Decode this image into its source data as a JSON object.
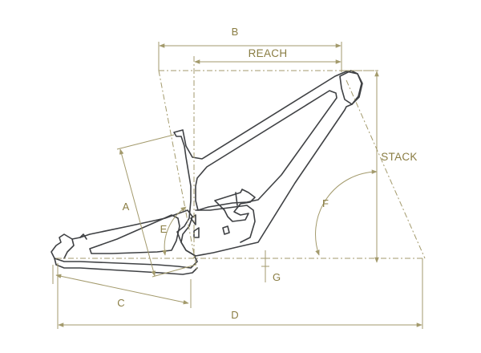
{
  "diagram": {
    "labels": {
      "b": "B",
      "reach": "REACH",
      "stack": "STACK",
      "a": "A",
      "e": "E",
      "f": "F",
      "g": "G",
      "c": "C",
      "d": "D"
    },
    "colors": {
      "dimension_line": "#a39a6c",
      "label_text": "#8a7d43",
      "frame_outline": "#3f4144",
      "background": "#ffffff"
    }
  }
}
